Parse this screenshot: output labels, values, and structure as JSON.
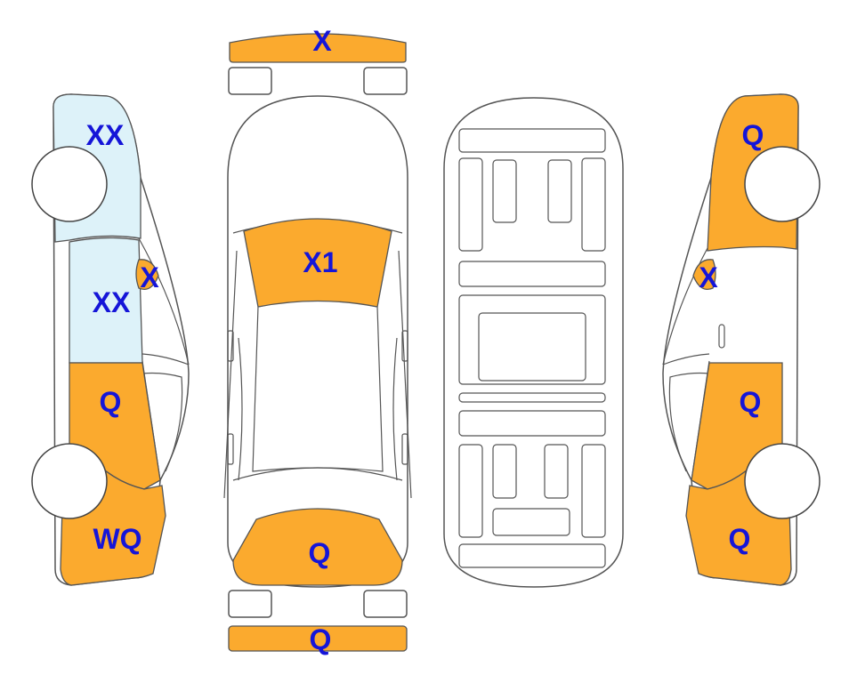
{
  "colors": {
    "damage": "#FBAA2E",
    "repaired": "#DDF2F9",
    "label": "#1515D8"
  },
  "labels": {
    "front_bumper": "X",
    "hood": "X1",
    "trunk": "Q",
    "rear_bumper": "Q",
    "left_front_fender": "XX",
    "left_front_door": "XX",
    "left_mirror": "X",
    "left_rear_door": "Q",
    "left_rear_quarter": "WQ",
    "right_front_fender": "Q",
    "right_mirror": "X",
    "right_rear_door": "Q",
    "right_rear_quarter": "Q"
  }
}
